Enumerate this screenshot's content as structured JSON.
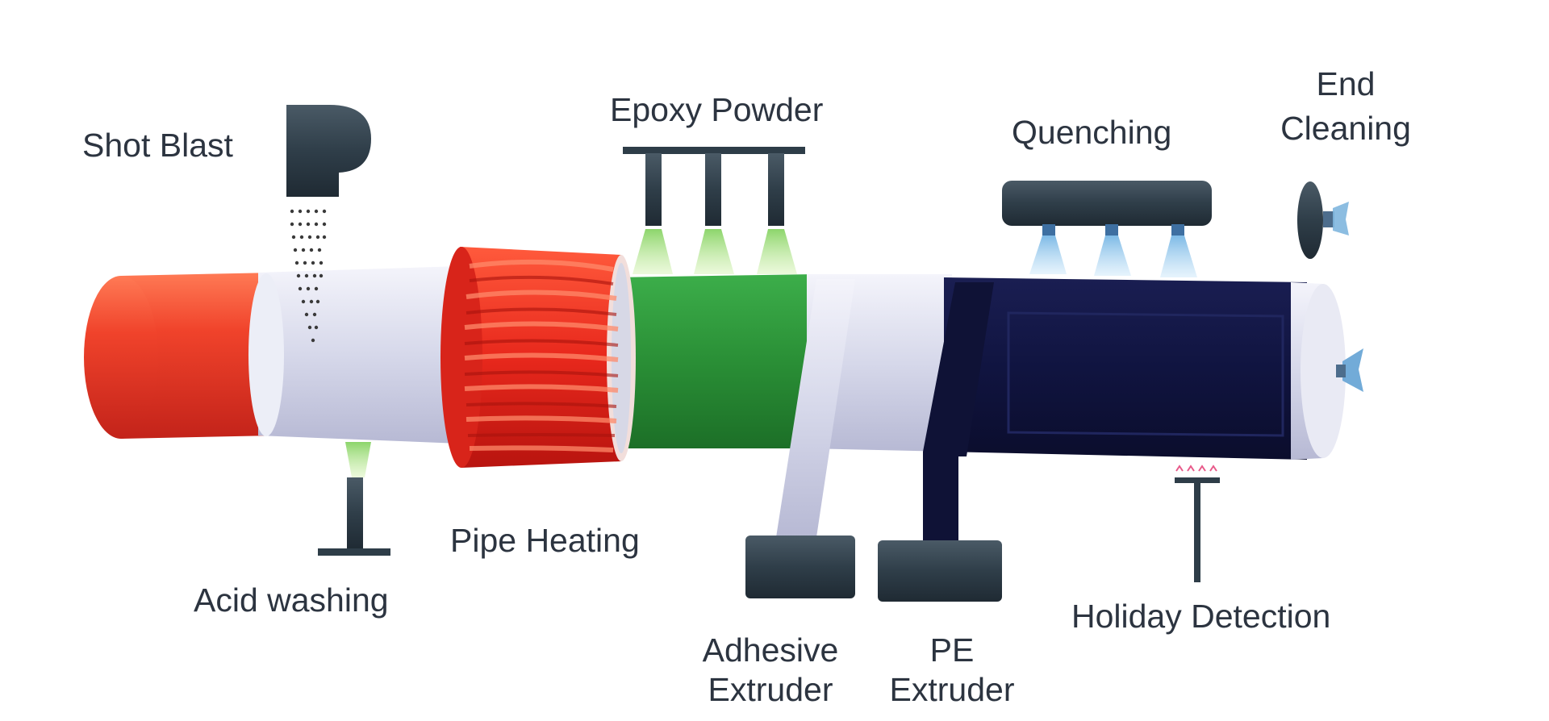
{
  "labels": {
    "shot_blast": "Shot Blast",
    "epoxy_powder": "Epoxy Powder",
    "quenching": "Quenching",
    "end_cleaning_line1": "End",
    "end_cleaning_line2": "Cleaning",
    "acid_washing": "Acid washing",
    "pipe_heating": "Pipe Heating",
    "adhesive_extruder_line1": "Adhesive",
    "adhesive_extruder_line2": "Extruder",
    "pe_extruder_line1": "PE",
    "pe_extruder_line2": "Extruder",
    "holiday_detection": "Holiday Detection"
  },
  "colors": {
    "bare_pipe": "#e8372a",
    "cleaned_pipe": "#d9dbe9",
    "heating_coil": "#ee2b1f",
    "epoxy_layer": "#2f9a3d",
    "pe_layer": "#111640",
    "equipment": "#2e3d48",
    "spray_green": "#b7e68f",
    "spray_blue": "#a9d2ee"
  }
}
